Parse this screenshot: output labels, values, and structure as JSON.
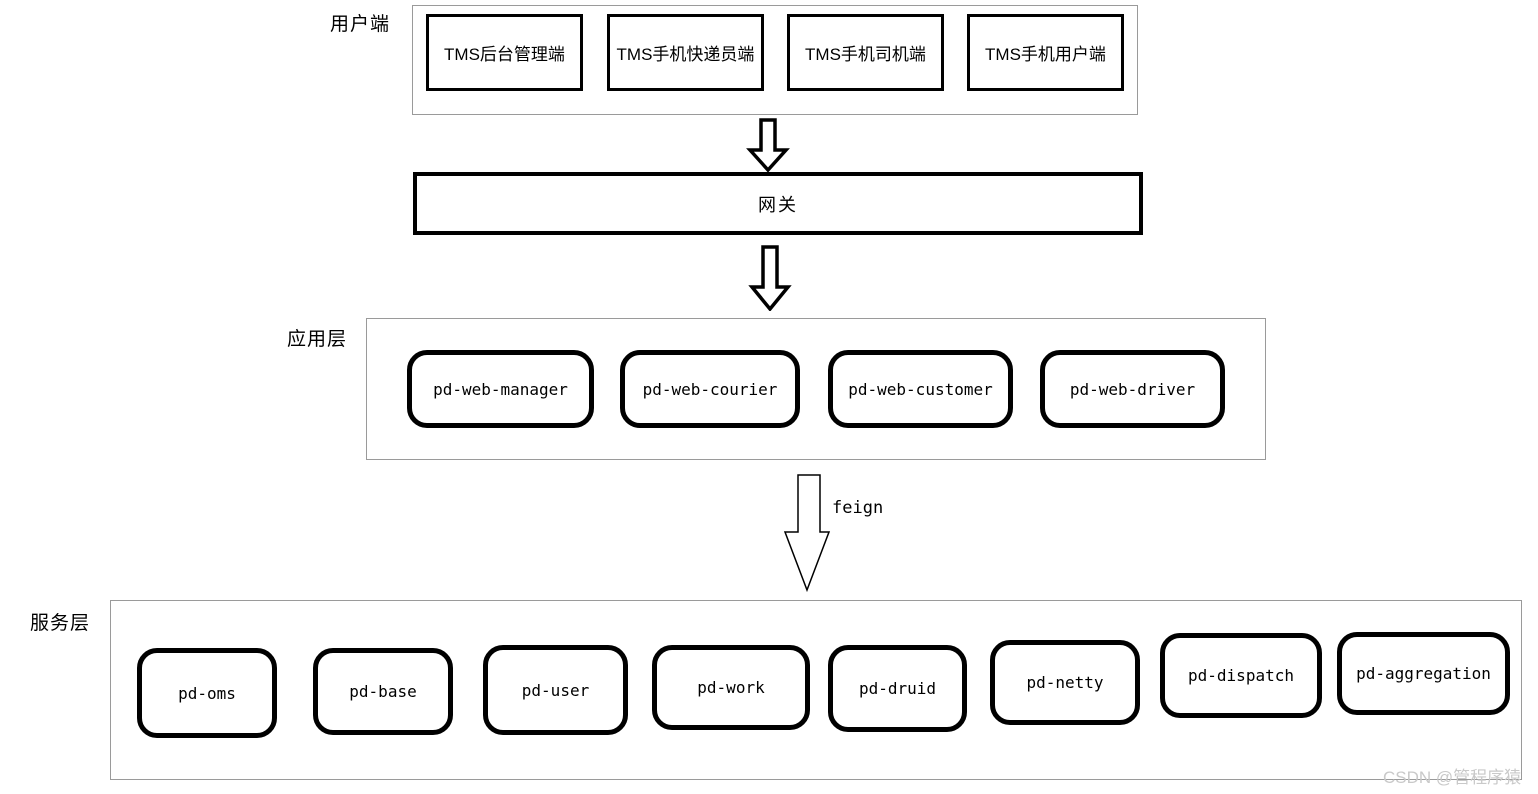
{
  "diagram": {
    "client_layer": {
      "label": "用户端",
      "boxes": [
        {
          "label": "TMS后台管理端"
        },
        {
          "label": "TMS手机快递员端"
        },
        {
          "label": "TMS手机司机端"
        },
        {
          "label": "TMS手机用户端"
        }
      ]
    },
    "gateway": {
      "label": "网关"
    },
    "app_layer": {
      "label": "应用层",
      "boxes": [
        {
          "label": "pd-web-manager"
        },
        {
          "label": "pd-web-courier"
        },
        {
          "label": "pd-web-customer"
        },
        {
          "label": "pd-web-driver"
        }
      ]
    },
    "feign_arrow": {
      "label": "feign"
    },
    "service_layer": {
      "label": "服务层",
      "boxes": [
        {
          "label": "pd-oms"
        },
        {
          "label": "pd-base"
        },
        {
          "label": "pd-user"
        },
        {
          "label": "pd-work"
        },
        {
          "label": "pd-druid"
        },
        {
          "label": "pd-netty"
        },
        {
          "label": "pd-dispatch"
        },
        {
          "label": "pd-aggregation"
        }
      ]
    },
    "watermark": "CSDN @管程序猿",
    "colors": {
      "box_border": "#000000",
      "container_border": "#9a9a9a",
      "watermark": "#c9c9c9",
      "background": "#ffffff"
    }
  }
}
